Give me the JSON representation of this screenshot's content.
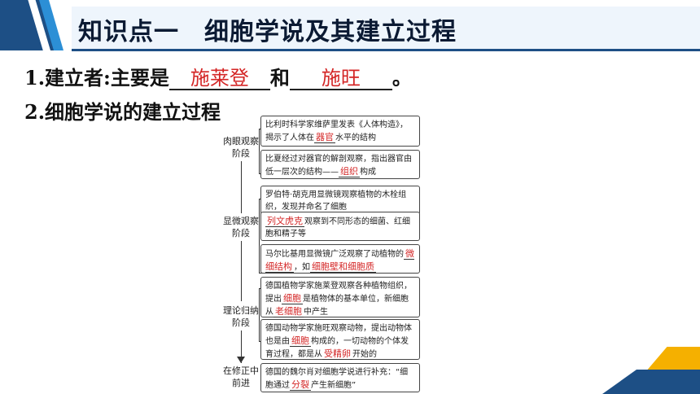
{
  "header": {
    "title": "知识点一　细胞学说及其建立过程"
  },
  "q1": {
    "prefix_num": "1",
    "prefix_text": ".建立者:主要是",
    "answer1": "施莱登",
    "middle": "和",
    "answer2": "施旺",
    "suffix": "。"
  },
  "q2": {
    "num": "2",
    "text": ".细胞学说的建立过程"
  },
  "stages": [
    {
      "label": "肉眼观察阶段"
    },
    {
      "label": "显微观察阶段"
    },
    {
      "label": "理论归纳阶段"
    },
    {
      "label": "在修正中前进"
    }
  ],
  "boxes": [
    {
      "t1": "比利时科学家维萨里发表《人体构造》，揭示了人体在",
      "fill": "器官",
      "t2": "水平的结构"
    },
    {
      "t1": "比夏经过对器官的解剖观察，指出器官由低一层次的结构——",
      "fill": "组织",
      "t2": "构成"
    },
    {
      "t1": "罗伯特·胡克用显微镜观察植物的木栓组织，发现并命名了细胞"
    },
    {
      "fill": "列文虎克",
      "t2": "观察到不同形态的细菌、红细胞和精子等"
    },
    {
      "t1": "马尔比基用显微镜广泛观察了动植物的",
      "fill": "微细结构",
      "t2": "，如",
      "fill2": "细胞壁和细胞质"
    },
    {
      "t1": "德国植物学家施莱登观察各种植物组织，提出",
      "fill": "细胞",
      "t2": "是植物体的基本单位，新细胞从",
      "fill2": "老细胞",
      "t3": "中产生"
    },
    {
      "t1": "德国动物学家施旺观察动物，提出动物体也是由",
      "fill": "细胞",
      "t2": "构成的，一切动物的个体发育过程，都是从",
      "fill2": "受精卵",
      "t3": "开始的"
    },
    {
      "t1": "德国的魏尔肖对细胞学说进行补充：“细胞通过",
      "fill": "分裂",
      "t2": "产生新细胞”"
    }
  ]
}
